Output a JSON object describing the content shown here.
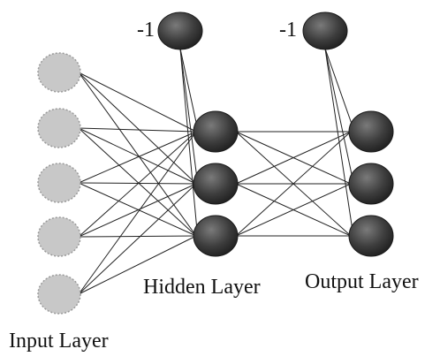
{
  "layers": {
    "input": {
      "label": "Input Layer",
      "node_count": 5
    },
    "hidden": {
      "label": "Hidden Layer",
      "node_count": 3,
      "bias_label": "-1"
    },
    "output": {
      "label": "Output Layer",
      "node_count": 3,
      "bias_label": "-1"
    }
  },
  "colors": {
    "input_node_fill": "#c8c8c8",
    "input_node_stroke": "#9a9a9a",
    "neuron_fill": "#3c3c3c",
    "neuron_highlight": "#7a7a7a",
    "edge": "#222222"
  }
}
